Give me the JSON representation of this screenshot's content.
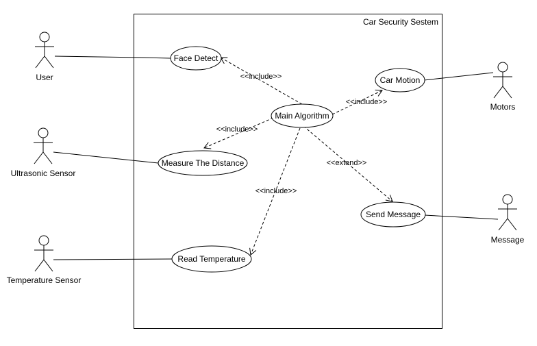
{
  "system": {
    "name": "Car Security Sestem"
  },
  "actors": {
    "user": "User",
    "ultrasonic": "Ultrasonic Sensor",
    "temperature": "Temperature Sensor",
    "motors": "Motors",
    "message": "Message"
  },
  "use_cases": {
    "face_detect": "Face Detect",
    "main_algorithm": "Main Algorithm",
    "car_motion": "Car Motion",
    "measure_distance": "Measure The Distance",
    "send_message": "Send Message",
    "read_temperature": "Read Temperature"
  },
  "relations": {
    "include_face": "<<include>>",
    "include_motion": "<<include>>",
    "include_distance": "<<include>>",
    "extend_message": "<<extend>>",
    "include_temperature": "<<include>>"
  }
}
